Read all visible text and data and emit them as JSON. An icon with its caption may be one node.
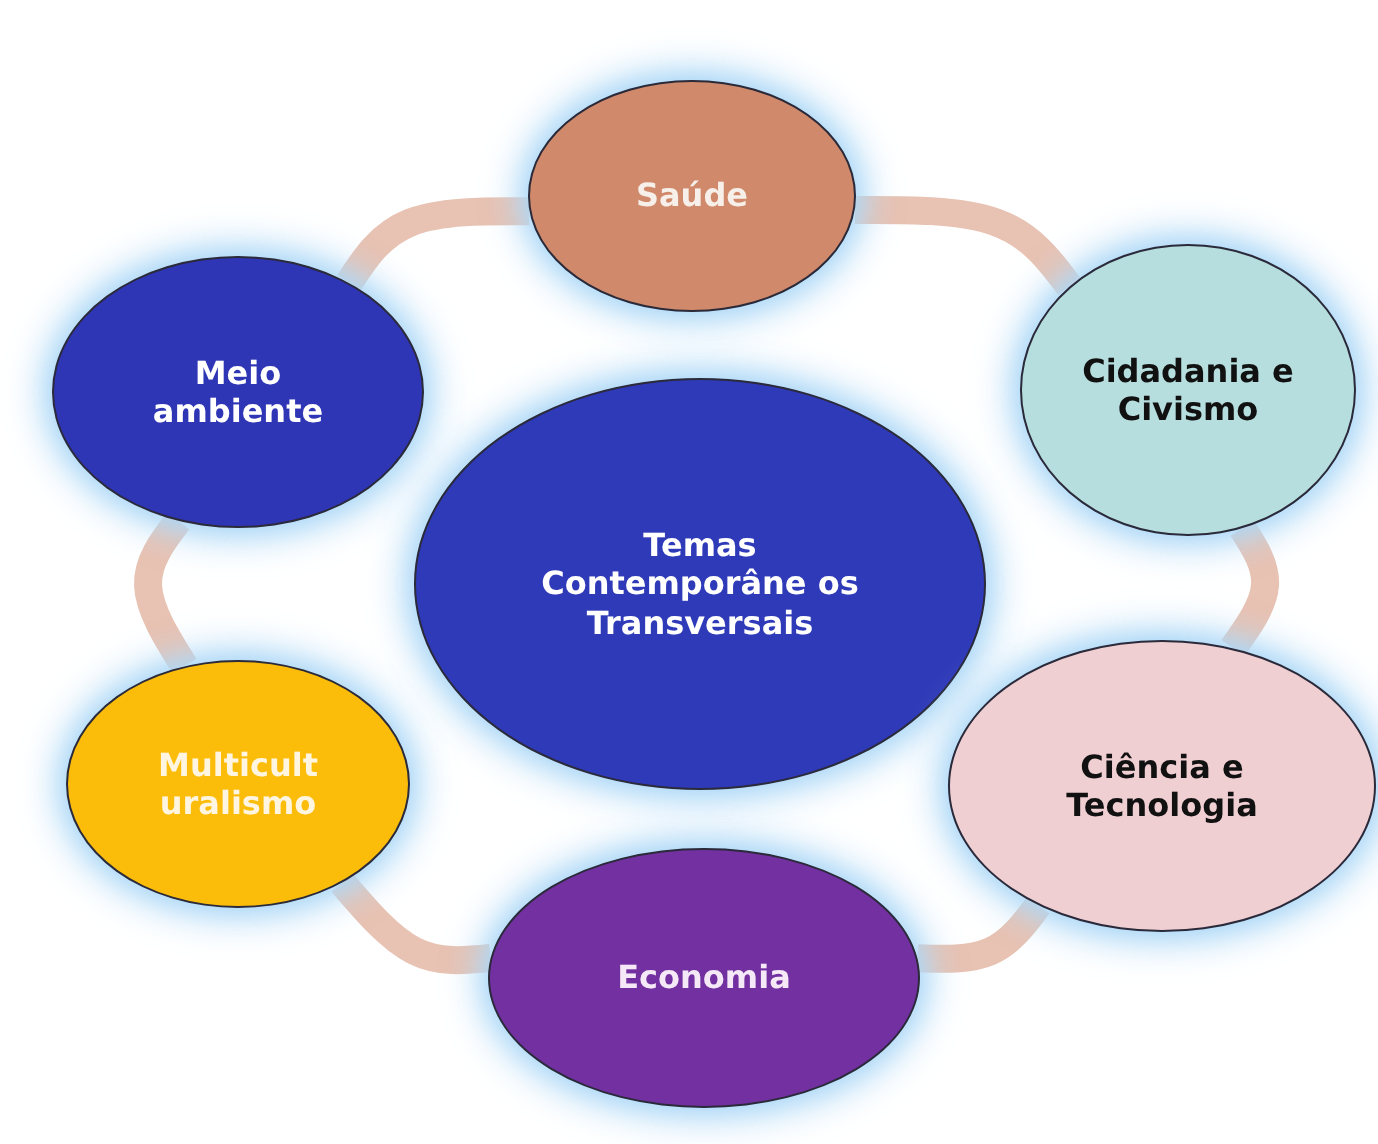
{
  "diagram": {
    "nodes": [
      {
        "text": [
          "Saúde"
        ]
      },
      {
        "text": [
          "Meio ambiente"
        ]
      },
      {
        "text": [
          "Cidadania e Civismo"
        ]
      },
      {
        "text": [
          "Temas Contemporâne os Transversais"
        ]
      },
      {
        "text": [
          "Ciência e Tecnologia"
        ]
      },
      {
        "text": [
          "Multicult uralismo"
        ]
      },
      {
        "text": [
          "Economia"
        ]
      }
    ],
    "edges": [
      {
        "from": 0,
        "to": 2,
        "arrow": "none"
      },
      {
        "from": 2,
        "to": 4,
        "arrow": "none"
      },
      {
        "from": 4,
        "to": 6,
        "arrow": "none"
      },
      {
        "from": 6,
        "to": 5,
        "arrow": "none"
      },
      {
        "from": 5,
        "to": 1,
        "arrow": "none"
      },
      {
        "from": 1,
        "to": 0,
        "arrow": "none"
      }
    ]
  }
}
